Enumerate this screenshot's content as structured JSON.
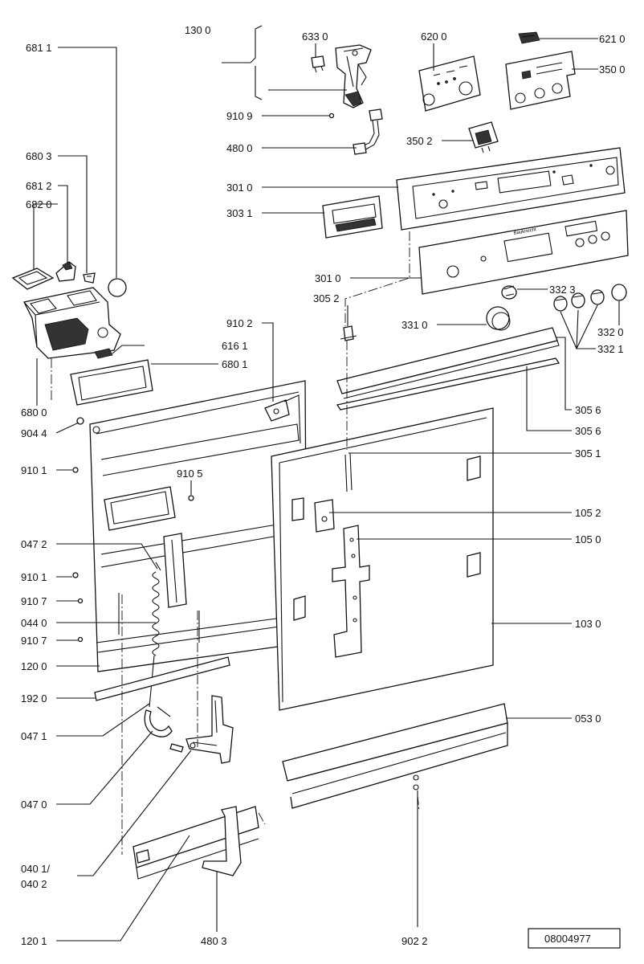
{
  "document_number": "08004977",
  "labels": {
    "l6811": "681 1",
    "l1300": "130 0",
    "l6330": "633 0",
    "l6200": "620 0",
    "l6210": "621 0",
    "l3500": "350 0",
    "l9109": "910 9",
    "l4800": "480 0",
    "l3502": "350 2",
    "l6803": "680 3",
    "l6812": "681 2",
    "l6820": "682 0",
    "l3010a": "301 0",
    "l3031": "303 1",
    "l3010b": "301 0",
    "l3052": "305 2",
    "l3323": "332 3",
    "l3310": "331 0",
    "l3320": "332 0",
    "l3321": "332 1",
    "l9102": "910 2",
    "l6161": "616 1",
    "l6801": "680 1",
    "l6800": "680 0",
    "l3056a": "305 6",
    "l3056b": "305 6",
    "l9044": "904 4",
    "l9101a": "910 1",
    "l9105": "910 5",
    "l3051": "305 1",
    "l1052": "105 2",
    "l0472": "047 2",
    "l1050": "105 0",
    "l9101b": "910 1",
    "l9107a": "910 7",
    "l0440": "044 0",
    "l9107b": "910 7",
    "l1030": "103 0",
    "l1200": "120 0",
    "l1920": "192 0",
    "l0471": "047 1",
    "l0530": "053 0",
    "l0470": "047 0",
    "l0401a": "040 1/",
    "l0401b": "040 2",
    "l1201": "120 1",
    "l4803": "480 3",
    "l9022": "902 2"
  }
}
